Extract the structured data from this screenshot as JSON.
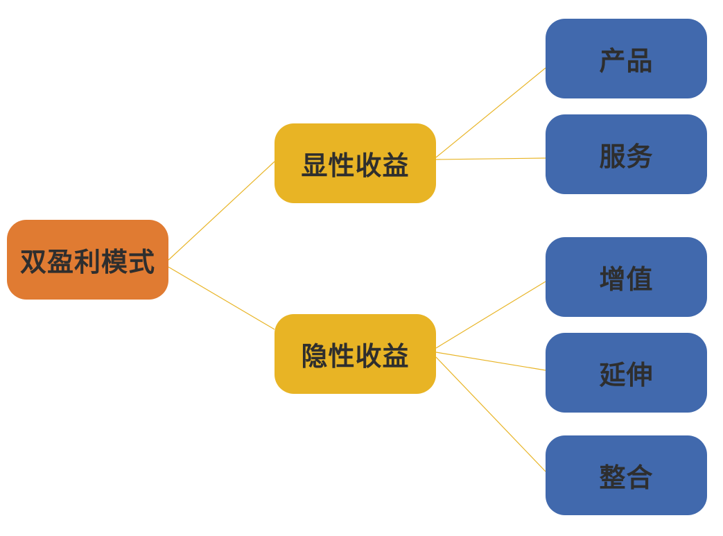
{
  "diagram": {
    "root": {
      "label": "双盈利模式",
      "color": "#e07b32"
    },
    "branches": [
      {
        "label": "显性收益",
        "color": "#e8b425",
        "children": [
          {
            "label": "产品",
            "color": "#4169ad"
          },
          {
            "label": "服务",
            "color": "#4169ad"
          }
        ]
      },
      {
        "label": "隐性收益",
        "color": "#e8b425",
        "children": [
          {
            "label": "增值",
            "color": "#4169ad"
          },
          {
            "label": "延伸",
            "color": "#4169ad"
          },
          {
            "label": "整合",
            "color": "#4169ad"
          }
        ]
      }
    ],
    "connector_color": "#e8b425"
  }
}
